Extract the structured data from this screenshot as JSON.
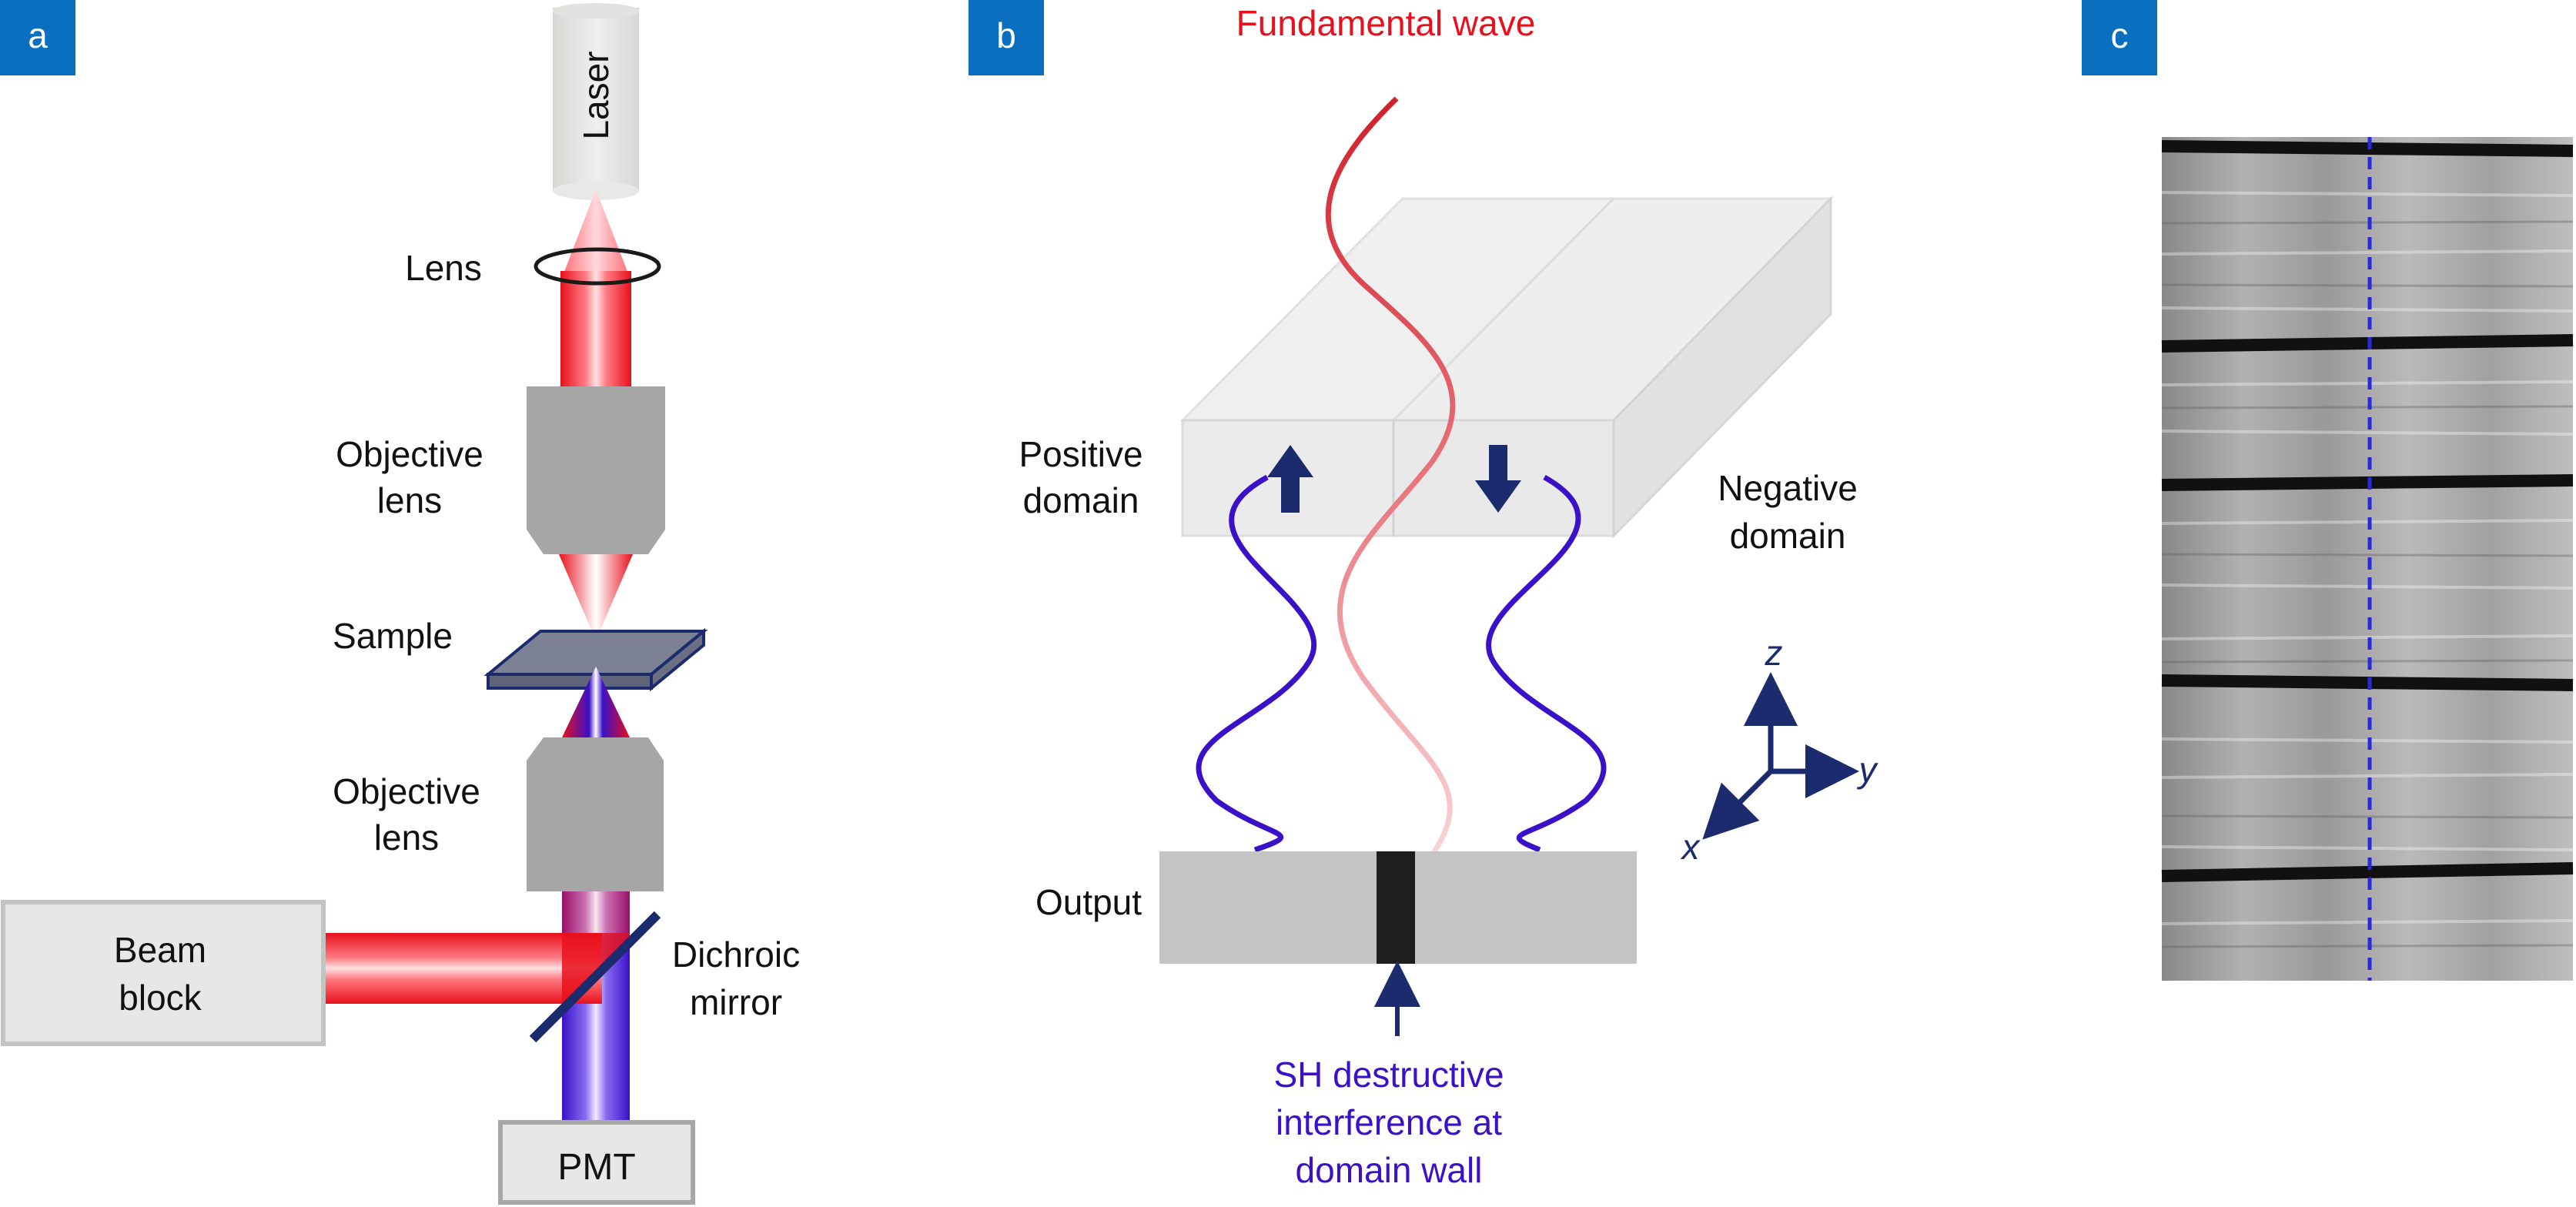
{
  "colors": {
    "panel_tag": "#0a6fbf",
    "red_beam": "#e8101c",
    "blue_beam": "#3a10c8",
    "wave_blue": "#3a10c8",
    "wave_red": "#d0202c",
    "arrow_navy": "#1c2a6e",
    "gray_optic": "#a6a6a6",
    "box_fill": "#e6e8e5",
    "box_stroke": "#c2c4c2"
  },
  "panel_a": {
    "tag": "a",
    "laser_label": "Laser",
    "lens_label": "Lens",
    "objective_top_label": [
      "Objective",
      "lens"
    ],
    "sample_label": "Sample",
    "objective_bottom_label": [
      "Objective",
      "lens"
    ],
    "beam_block_label": [
      "Beam",
      "block"
    ],
    "dichroic_label": [
      "Dichroic",
      "mirror"
    ],
    "pmt_label": "PMT"
  },
  "panel_b": {
    "tag": "b",
    "fundamental_label": "Fundamental wave",
    "positive_label": [
      "Positive",
      "domain"
    ],
    "negative_label": [
      "Negative",
      "domain"
    ],
    "output_label": "Output",
    "sh_label": [
      "SH destructive",
      "interference at",
      "domain wall"
    ],
    "axis_z": "z",
    "axis_y": "y",
    "axis_x": "x"
  },
  "panel_c": {
    "tag": "c"
  }
}
